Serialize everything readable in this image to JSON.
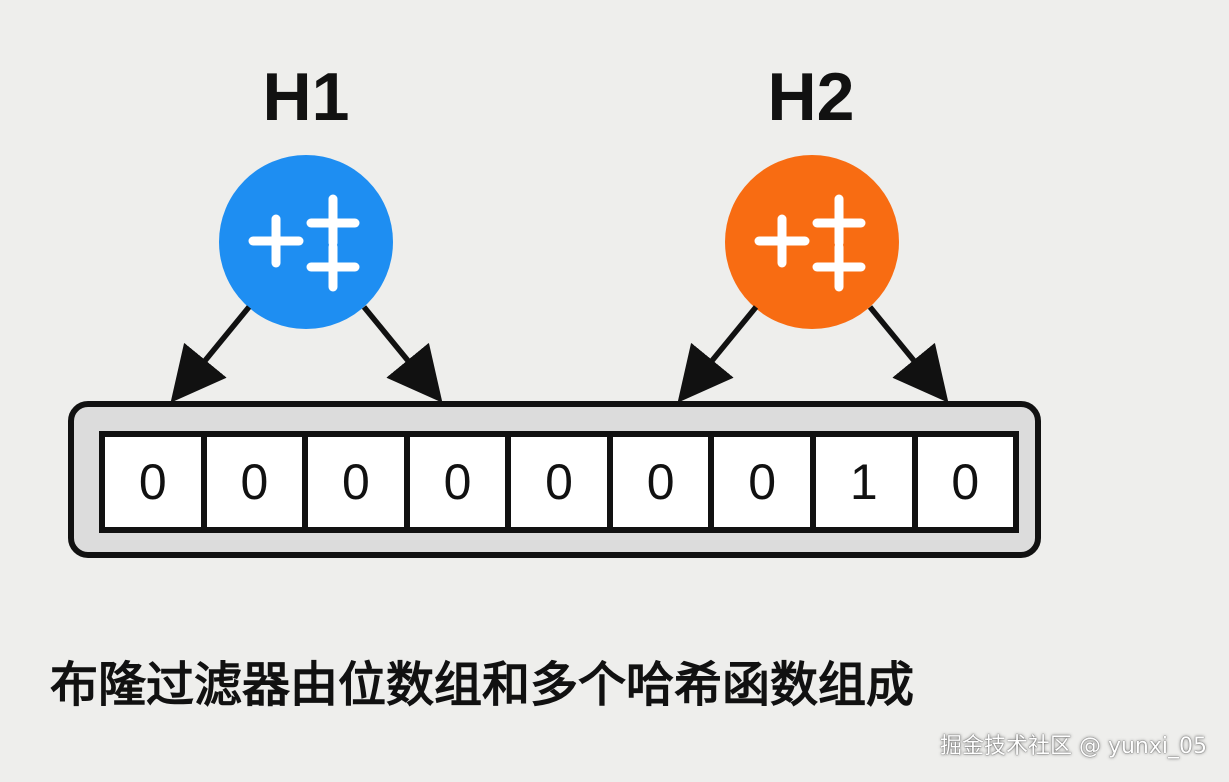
{
  "hash_functions": [
    {
      "label": "H1",
      "color": "#1e8ef2",
      "icon": "plus-plus-icon"
    },
    {
      "label": "H2",
      "color": "#f86c12",
      "icon": "plus-plus-icon"
    }
  ],
  "bit_array": [
    "0",
    "0",
    "0",
    "0",
    "0",
    "0",
    "0",
    "1",
    "0"
  ],
  "caption": "布隆过滤器由位数组和多个哈希函数组成",
  "watermark": "掘金技术社区 @ yunxi_05"
}
